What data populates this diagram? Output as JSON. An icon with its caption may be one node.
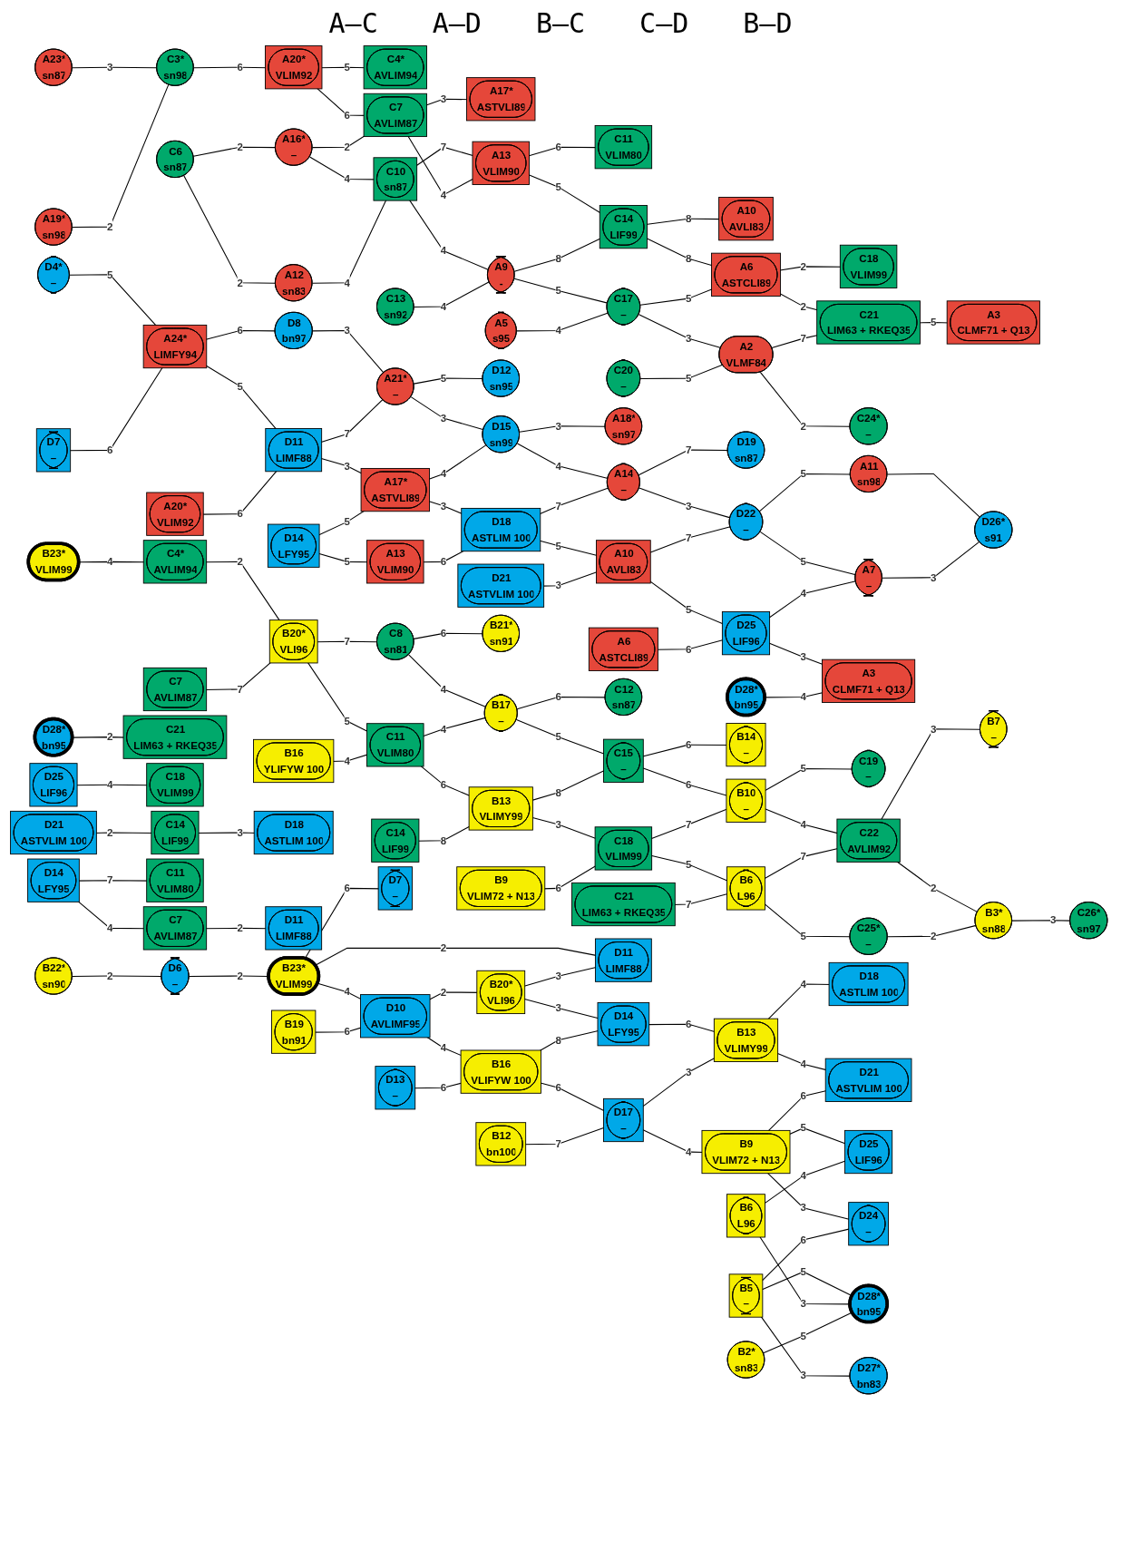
{
  "diagram": {
    "nodes": [
      {
        "text": [
          "A23*",
          "sn87"
        ]
      },
      {
        "text": [
          "C3*",
          "sn98"
        ]
      },
      {
        "text": [
          "A19*",
          "sn98"
        ]
      },
      {
        "text": [
          "A20*",
          "VLIM92"
        ]
      },
      {
        "text": [
          "C4*",
          "AVLIM94"
        ]
      },
      {
        "text": [
          "C7",
          "AVLIM87"
        ]
      },
      {
        "text": [
          "A17*",
          "ASTVLI89"
        ]
      },
      {
        "text": [
          "C6",
          "sn87"
        ]
      },
      {
        "text": [
          "A16*",
          "–"
        ]
      },
      {
        "text": [
          "A12",
          "sn83"
        ]
      },
      {
        "text": [
          "C10",
          "sn87"
        ]
      },
      {
        "text": [
          "A13",
          "VLIM90"
        ]
      },
      {
        "text": [
          "C11",
          "VLIM80"
        ]
      },
      {
        "text": [
          "A9",
          "-"
        ]
      },
      {
        "text": [
          "C14",
          "LIF99"
        ]
      },
      {
        "text": [
          "C13",
          "sn92"
        ]
      },
      {
        "text": [
          "A10",
          "AVLI83"
        ]
      },
      {
        "text": [
          "C17",
          "–"
        ]
      },
      {
        "text": [
          "A6",
          "ASTCLI89"
        ]
      },
      {
        "text": [
          "C18",
          "VLIM99"
        ]
      },
      {
        "text": [
          "A5",
          "s95"
        ]
      },
      {
        "text": [
          "A2",
          "VLMF84"
        ]
      },
      {
        "text": [
          "C21",
          "LIM63 + RKEQ35"
        ]
      },
      {
        "text": [
          "A3",
          "CLMF71 + Q13"
        ]
      },
      {
        "text": [
          "C20",
          "–"
        ]
      },
      {
        "text": [
          "C24*",
          "–"
        ]
      },
      {
        "text": [
          "D4*",
          "–"
        ]
      },
      {
        "text": [
          "D7",
          "–"
        ]
      },
      {
        "text": [
          "A24*",
          "LIMFY94"
        ]
      },
      {
        "text": [
          "D8",
          "bn97"
        ]
      },
      {
        "text": [
          "D11",
          "LIMF88"
        ]
      },
      {
        "text": [
          "A21*",
          "–"
        ]
      },
      {
        "text": [
          "D12",
          "sn95"
        ]
      },
      {
        "text": [
          "A20*",
          "VLIM92"
        ]
      },
      {
        "text": [
          "A17*",
          "ASTVLI89"
        ]
      },
      {
        "text": [
          "D15",
          "sn99"
        ]
      },
      {
        "text": [
          "A18*",
          "sn97"
        ]
      },
      {
        "text": [
          "D14",
          "LFY95"
        ]
      },
      {
        "text": [
          "D18",
          "ASTLIM 100"
        ]
      },
      {
        "text": [
          "A14",
          "–"
        ]
      },
      {
        "text": [
          "A13",
          "VLIM90"
        ]
      },
      {
        "text": [
          "D19",
          "sn87"
        ]
      },
      {
        "text": [
          "D22",
          "–"
        ]
      },
      {
        "text": [
          "A11",
          "sn98"
        ]
      },
      {
        "text": [
          "D21",
          "ASTVLIM 100"
        ]
      },
      {
        "text": [
          "A10",
          "AVLI83"
        ]
      },
      {
        "text": [
          "A7",
          "–"
        ]
      },
      {
        "text": [
          "D26*",
          "s91"
        ]
      },
      {
        "text": [
          "D25",
          "LIF96"
        ]
      },
      {
        "text": [
          "A6",
          "ASTCLI89"
        ]
      },
      {
        "text": [
          "A3",
          "CLMF71 + Q13"
        ]
      },
      {
        "text": [
          "D28*",
          "bn95"
        ]
      },
      {
        "text": [
          "B23*",
          "VLIM99"
        ]
      },
      {
        "text": [
          "C4*",
          "AVLIM94"
        ]
      },
      {
        "text": [
          "B21*",
          "sn91"
        ]
      },
      {
        "text": [
          "C8",
          "sn81"
        ]
      },
      {
        "text": [
          "B20*",
          "VLI96"
        ]
      },
      {
        "text": [
          "C7",
          "AVLIM87"
        ]
      },
      {
        "text": [
          "B17",
          "–"
        ]
      },
      {
        "text": [
          "C12",
          "sn87"
        ]
      },
      {
        "text": [
          "C11",
          "VLIM80"
        ]
      },
      {
        "text": [
          "B16",
          "YLIFYW 100"
        ]
      },
      {
        "text": [
          "C15",
          "–"
        ]
      },
      {
        "text": [
          "B14",
          "–"
        ]
      },
      {
        "text": [
          "B13",
          "VLIMY99"
        ]
      },
      {
        "text": [
          "C14",
          "LIF99"
        ]
      },
      {
        "text": [
          "B10",
          "–"
        ]
      },
      {
        "text": [
          "C19",
          "–"
        ]
      },
      {
        "text": [
          "C18",
          "VLIM99"
        ]
      },
      {
        "text": [
          "B9",
          "VLIM72 + N13"
        ]
      },
      {
        "text": [
          "C22",
          "AVLIM92"
        ]
      },
      {
        "text": [
          "B7",
          "–"
        ]
      },
      {
        "text": [
          "B6",
          "L96"
        ]
      },
      {
        "text": [
          "C21",
          "LIM63 + RKEQ35"
        ]
      },
      {
        "text": [
          "B3*",
          "sn88"
        ]
      },
      {
        "text": [
          "C26*",
          "sn97"
        ]
      },
      {
        "text": [
          "C25*",
          "–"
        ]
      },
      {
        "text": [
          "D28*",
          "bn95"
        ]
      },
      {
        "text": [
          "D25",
          "LIF96"
        ]
      },
      {
        "text": [
          "C21",
          "LIM63 + RKEQ35"
        ]
      },
      {
        "text": [
          "C18",
          "VLIM99"
        ]
      },
      {
        "text": [
          "D21",
          "ASTVLIM 100"
        ]
      },
      {
        "text": [
          "C14",
          "LIF99"
        ]
      },
      {
        "text": [
          "D18",
          "ASTLIM 100"
        ]
      },
      {
        "text": [
          "D14",
          "LFY95"
        ]
      },
      {
        "text": [
          "C11",
          "VLIM80"
        ]
      },
      {
        "text": [
          "D11",
          "LIMF88"
        ]
      },
      {
        "text": [
          "C7",
          "AVLIM87"
        ]
      },
      {
        "text": [
          "D7",
          "–"
        ]
      },
      {
        "text": [
          "B23*",
          "VLIM99"
        ]
      },
      {
        "text": [
          "D6",
          "–"
        ]
      },
      {
        "text": [
          "B22*",
          "sn90"
        ]
      },
      {
        "text": [
          "D11",
          "LIMF88"
        ]
      },
      {
        "text": [
          "D10",
          "AVLIMF95"
        ]
      },
      {
        "text": [
          "B20*",
          "VLI96"
        ]
      },
      {
        "text": [
          "B19",
          "bn91"
        ]
      },
      {
        "text": [
          "B16",
          "VLIFYW 100"
        ]
      },
      {
        "text": [
          "D14",
          "LFY95"
        ]
      },
      {
        "text": [
          "D13",
          "–"
        ]
      },
      {
        "text": [
          "D18",
          "ASTLIM 100"
        ]
      },
      {
        "text": [
          "D17",
          "–"
        ]
      },
      {
        "text": [
          "B13",
          "VLIMY99"
        ]
      },
      {
        "text": [
          "B12",
          "bn100"
        ]
      },
      {
        "text": [
          "B9",
          "VLIM72 + N13"
        ]
      },
      {
        "text": [
          "D21",
          "ASTVLIM 100"
        ]
      },
      {
        "text": [
          "D25",
          "LIF96"
        ]
      },
      {
        "text": [
          "B6",
          "L96"
        ]
      },
      {
        "text": [
          "D24",
          "–"
        ]
      },
      {
        "text": [
          "B5",
          "–"
        ]
      },
      {
        "text": [
          "D28*",
          "bn95"
        ]
      },
      {
        "text": [
          "B2*",
          "sn83"
        ]
      },
      {
        "text": [
          "D27*",
          "bn83"
        ]
      }
    ],
    "edges": [
      {
        "from": 0,
        "to": 1,
        "arrow": "none",
        "label": "3"
      },
      {
        "from": 2,
        "to": 1,
        "arrow": "none",
        "label": "2"
      },
      {
        "from": 1,
        "to": 3,
        "arrow": "none",
        "label": "6"
      },
      {
        "from": 3,
        "to": 4,
        "arrow": "none",
        "label": "5"
      },
      {
        "from": 3,
        "to": 5,
        "arrow": "none",
        "label": "6"
      },
      {
        "from": 5,
        "to": 6,
        "arrow": "none",
        "label": "3"
      },
      {
        "from": 7,
        "to": 8,
        "arrow": "none",
        "label": "2"
      },
      {
        "from": 8,
        "to": 5,
        "arrow": "none",
        "label": "2"
      },
      {
        "from": 7,
        "to": 9,
        "arrow": "none",
        "label": "2"
      },
      {
        "from": 8,
        "to": 10,
        "arrow": "none",
        "label": "4"
      },
      {
        "from": 9,
        "to": 10,
        "arrow": "none",
        "label": "4"
      },
      {
        "from": 10,
        "to": 11,
        "arrow": "none",
        "label": "7"
      },
      {
        "from": 5,
        "to": 11,
        "arrow": "none",
        "label": "4"
      },
      {
        "from": 11,
        "to": 12,
        "arrow": "none",
        "label": "6"
      },
      {
        "from": 10,
        "to": 13,
        "arrow": "none",
        "label": "4"
      },
      {
        "from": 11,
        "to": 14,
        "arrow": "none",
        "label": "5"
      },
      {
        "from": 15,
        "to": 13,
        "arrow": "none",
        "label": "4"
      },
      {
        "from": 13,
        "to": 14,
        "arrow": "none",
        "label": "8"
      },
      {
        "from": 14,
        "to": 16,
        "arrow": "none",
        "label": "8"
      },
      {
        "from": 13,
        "to": 17,
        "arrow": "none",
        "label": "5"
      },
      {
        "from": 14,
        "to": 18,
        "arrow": "none",
        "label": "8"
      },
      {
        "from": 18,
        "to": 19,
        "arrow": "none",
        "label": "2"
      },
      {
        "from": 20,
        "to": 17,
        "arrow": "none",
        "label": "4"
      },
      {
        "from": 17,
        "to": 18,
        "arrow": "none",
        "label": "5"
      },
      {
        "from": 17,
        "to": 21,
        "arrow": "none",
        "label": "3"
      },
      {
        "from": 18,
        "to": 22,
        "arrow": "none",
        "label": "2"
      },
      {
        "from": 22,
        "to": 23,
        "arrow": "none",
        "label": "5"
      },
      {
        "from": 24,
        "to": 21,
        "arrow": "none",
        "label": "5"
      },
      {
        "from": 21,
        "to": 22,
        "arrow": "none",
        "label": "7"
      },
      {
        "from": 21,
        "to": 25,
        "arrow": "none",
        "label": "2"
      },
      {
        "from": 26,
        "to": 28,
        "arrow": "none",
        "label": "5"
      },
      {
        "from": 27,
        "to": 28,
        "arrow": "none",
        "label": "6"
      },
      {
        "from": 28,
        "to": 29,
        "arrow": "none",
        "label": "6"
      },
      {
        "from": 28,
        "to": 30,
        "arrow": "none",
        "label": "5"
      },
      {
        "from": 29,
        "to": 31,
        "arrow": "none",
        "label": "3"
      },
      {
        "from": 30,
        "to": 31,
        "arrow": "none",
        "label": "7"
      },
      {
        "from": 31,
        "to": 32,
        "arrow": "none",
        "label": "5"
      },
      {
        "from": 33,
        "to": 30,
        "arrow": "none",
        "label": "6"
      },
      {
        "from": 30,
        "to": 34,
        "arrow": "none",
        "label": "3"
      },
      {
        "from": 31,
        "to": 35,
        "arrow": "none",
        "label": "3"
      },
      {
        "from": 35,
        "to": 36,
        "arrow": "none",
        "label": "3"
      },
      {
        "from": 37,
        "to": 34,
        "arrow": "none",
        "label": "5"
      },
      {
        "from": 34,
        "to": 35,
        "arrow": "none",
        "label": "4"
      },
      {
        "from": 37,
        "to": 40,
        "arrow": "none",
        "label": "5"
      },
      {
        "from": 34,
        "to": 38,
        "arrow": "none",
        "label": "3"
      },
      {
        "from": 35,
        "to": 39,
        "arrow": "none",
        "label": "4"
      },
      {
        "from": 40,
        "to": 38,
        "arrow": "none",
        "label": "6"
      },
      {
        "from": 38,
        "to": 39,
        "arrow": "none",
        "label": "7"
      },
      {
        "from": 39,
        "to": 41,
        "arrow": "none",
        "label": "7"
      },
      {
        "from": 38,
        "to": 45,
        "arrow": "none",
        "label": "5"
      },
      {
        "from": 39,
        "to": 42,
        "arrow": "none",
        "label": "3"
      },
      {
        "from": 42,
        "to": 43,
        "arrow": "none",
        "label": "5"
      },
      {
        "from": 44,
        "to": 45,
        "arrow": "none",
        "label": "3"
      },
      {
        "from": 45,
        "to": 42,
        "arrow": "none",
        "label": "7"
      },
      {
        "from": 43,
        "to": 47,
        "arrow": "none"
      },
      {
        "from": 42,
        "to": 46,
        "arrow": "none",
        "label": "5"
      },
      {
        "from": 45,
        "to": 48,
        "arrow": "none",
        "label": "5"
      },
      {
        "from": 46,
        "to": 47,
        "arrow": "none",
        "label": "3"
      },
      {
        "from": 49,
        "to": 48,
        "arrow": "none",
        "label": "6"
      },
      {
        "from": 48,
        "to": 46,
        "arrow": "none",
        "label": "4"
      },
      {
        "from": 48,
        "to": 50,
        "arrow": "none",
        "label": "3"
      },
      {
        "from": 51,
        "to": 50,
        "arrow": "none",
        "label": "4"
      },
      {
        "from": 52,
        "to": 53,
        "arrow": "none",
        "label": "4"
      },
      {
        "from": 53,
        "to": 56,
        "arrow": "none",
        "label": "2"
      },
      {
        "from": 57,
        "to": 56,
        "arrow": "none",
        "label": "7"
      },
      {
        "from": 56,
        "to": 55,
        "arrow": "none",
        "label": "7"
      },
      {
        "from": 55,
        "to": 54,
        "arrow": "none",
        "label": "6"
      },
      {
        "from": 55,
        "to": 58,
        "arrow": "none",
        "label": "4"
      },
      {
        "from": 56,
        "to": 60,
        "arrow": "none",
        "label": "5"
      },
      {
        "from": 61,
        "to": 60,
        "arrow": "none",
        "label": "4"
      },
      {
        "from": 60,
        "to": 58,
        "arrow": "none",
        "label": "4"
      },
      {
        "from": 58,
        "to": 59,
        "arrow": "none",
        "label": "6"
      },
      {
        "from": 58,
        "to": 62,
        "arrow": "none",
        "label": "5"
      },
      {
        "from": 62,
        "to": 63,
        "arrow": "none",
        "label": "6"
      },
      {
        "from": 60,
        "to": 64,
        "arrow": "none",
        "label": "6"
      },
      {
        "from": 65,
        "to": 64,
        "arrow": "none",
        "label": "8"
      },
      {
        "from": 64,
        "to": 62,
        "arrow": "none",
        "label": "8"
      },
      {
        "from": 64,
        "to": 68,
        "arrow": "none",
        "label": "3"
      },
      {
        "from": 62,
        "to": 66,
        "arrow": "none",
        "label": "6"
      },
      {
        "from": 66,
        "to": 67,
        "arrow": "none",
        "label": "5"
      },
      {
        "from": 68,
        "to": 66,
        "arrow": "none",
        "label": "7"
      },
      {
        "from": 69,
        "to": 68,
        "arrow": "none",
        "label": "6"
      },
      {
        "from": 68,
        "to": 72,
        "arrow": "none",
        "label": "5"
      },
      {
        "from": 66,
        "to": 70,
        "arrow": "none",
        "label": "4"
      },
      {
        "from": 70,
        "to": 71,
        "arrow": "none",
        "label": "3"
      },
      {
        "from": 73,
        "to": 72,
        "arrow": "none",
        "label": "7"
      },
      {
        "from": 72,
        "to": 70,
        "arrow": "none",
        "label": "7"
      },
      {
        "from": 72,
        "to": 76,
        "arrow": "none",
        "label": "5"
      },
      {
        "from": 70,
        "to": 74,
        "arrow": "none",
        "label": "2"
      },
      {
        "from": 76,
        "to": 74,
        "arrow": "none",
        "label": "2"
      },
      {
        "from": 74,
        "to": 75,
        "arrow": "none",
        "label": "3"
      },
      {
        "from": 77,
        "to": 79,
        "arrow": "none",
        "label": "2"
      },
      {
        "from": 78,
        "to": 80,
        "arrow": "none",
        "label": "4"
      },
      {
        "from": 81,
        "to": 82,
        "arrow": "none",
        "label": "2"
      },
      {
        "from": 82,
        "to": 83,
        "arrow": "none",
        "label": "3"
      },
      {
        "from": 84,
        "to": 85,
        "arrow": "none",
        "label": "7"
      },
      {
        "from": 84,
        "to": 87,
        "arrow": "none",
        "label": "4"
      },
      {
        "from": 87,
        "to": 86,
        "arrow": "none",
        "label": "2"
      },
      {
        "from": 91,
        "to": 90,
        "arrow": "none",
        "label": "2"
      },
      {
        "from": 90,
        "to": 89,
        "arrow": "none",
        "label": "2"
      },
      {
        "from": 89,
        "to": 88,
        "arrow": "none",
        "label": "6"
      },
      {
        "from": 89,
        "to": 92,
        "arrow": "none",
        "label": "2"
      },
      {
        "from": 89,
        "to": 93,
        "arrow": "none",
        "label": "4"
      },
      {
        "from": 95,
        "to": 93,
        "arrow": "none",
        "label": "6"
      },
      {
        "from": 93,
        "to": 94,
        "arrow": "none",
        "label": "2"
      },
      {
        "from": 94,
        "to": 92,
        "arrow": "none",
        "label": "3"
      },
      {
        "from": 94,
        "to": 97,
        "arrow": "none",
        "label": "3"
      },
      {
        "from": 93,
        "to": 96,
        "arrow": "none",
        "label": "4"
      },
      {
        "from": 98,
        "to": 96,
        "arrow": "none",
        "label": "6"
      },
      {
        "from": 96,
        "to": 97,
        "arrow": "none",
        "label": "8"
      },
      {
        "from": 97,
        "to": 101,
        "arrow": "none",
        "label": "6"
      },
      {
        "from": 96,
        "to": 100,
        "arrow": "none",
        "label": "6"
      },
      {
        "from": 102,
        "to": 100,
        "arrow": "none",
        "label": "7"
      },
      {
        "from": 100,
        "to": 101,
        "arrow": "none",
        "label": "3"
      },
      {
        "from": 101,
        "to": 99,
        "arrow": "none",
        "label": "4"
      },
      {
        "from": 101,
        "to": 104,
        "arrow": "none",
        "label": "4"
      },
      {
        "from": 100,
        "to": 103,
        "arrow": "none",
        "label": "4"
      },
      {
        "from": 103,
        "to": 104,
        "arrow": "none",
        "label": "6"
      },
      {
        "from": 103,
        "to": 105,
        "arrow": "none",
        "label": "5"
      },
      {
        "from": 103,
        "to": 107,
        "arrow": "none",
        "label": "3"
      },
      {
        "from": 108,
        "to": 107,
        "arrow": "none",
        "label": "6"
      },
      {
        "from": 108,
        "to": 111,
        "arrow": "none",
        "label": "3"
      },
      {
        "from": 108,
        "to": 109,
        "arrow": "none",
        "label": "5"
      },
      {
        "from": 106,
        "to": 105,
        "arrow": "none",
        "label": "4"
      },
      {
        "from": 106,
        "to": 109,
        "arrow": "none",
        "label": "3"
      },
      {
        "from": 110,
        "to": 109,
        "arrow": "none",
        "label": "5"
      }
    ],
    "labels": [
      "A–C",
      "A–D",
      "B–C",
      "C–D",
      "B–D"
    ]
  }
}
